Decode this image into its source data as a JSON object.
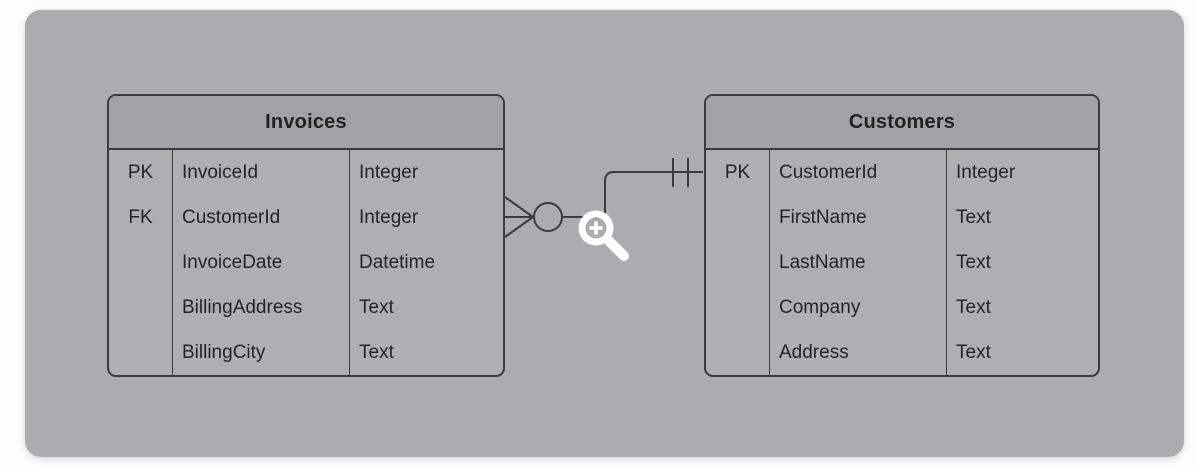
{
  "diagram": {
    "type": "entity-relationship",
    "colors": {
      "page_background": "#fdfdfd",
      "canvas_fill": "#abacad",
      "table_fill": "#aeafb1",
      "header_fill": "#9fa3a8",
      "line_and_border": "#3b3b3b",
      "text": "#242424",
      "cursor": "#ffffff"
    },
    "entities": [
      {
        "title": "Invoices",
        "rows": [
          {
            "key": "PK",
            "name": "InvoiceId",
            "type": "Integer"
          },
          {
            "key": "FK",
            "name": "CustomerId",
            "type": "Integer"
          },
          {
            "key": "",
            "name": "InvoiceDate",
            "type": "Datetime"
          },
          {
            "key": "",
            "name": "BillingAddress",
            "type": "Text"
          },
          {
            "key": "",
            "name": "BillingCity",
            "type": "Text"
          }
        ]
      },
      {
        "title": "Customers",
        "rows": [
          {
            "key": "PK",
            "name": "CustomerId",
            "type": "Integer"
          },
          {
            "key": "",
            "name": "FirstName",
            "type": "Text"
          },
          {
            "key": "",
            "name": "LastName",
            "type": "Text"
          },
          {
            "key": "",
            "name": "Company",
            "type": "Text"
          },
          {
            "key": "",
            "name": "Address",
            "type": "Text"
          }
        ]
      }
    ],
    "relationship": {
      "from_entity": "Invoices",
      "from_column": "CustomerId",
      "from_cardinality": "zero-or-many",
      "to_entity": "Customers",
      "to_column": "CustomerId",
      "to_cardinality": "one-and-only-one"
    },
    "cursor": {
      "icon": "zoom-in-magnifier-icon"
    }
  }
}
